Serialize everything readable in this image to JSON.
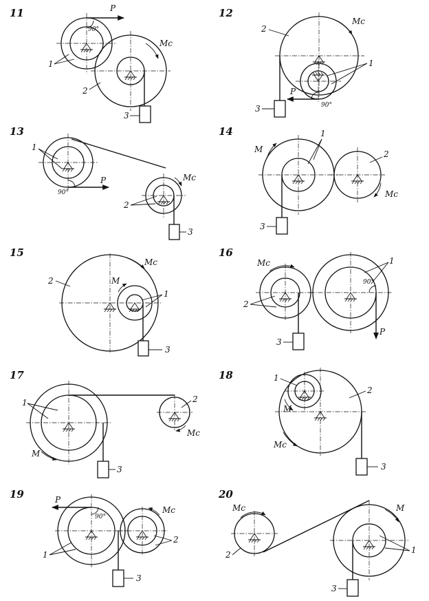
{
  "diagrams": [
    {
      "number": "11",
      "labels": {
        "P": "P",
        "Mc": "Mc",
        "one": "1",
        "two": "2",
        "three": "3",
        "angle": "90°"
      }
    },
    {
      "number": "12",
      "labels": {
        "P": "P",
        "Mc": "Mc",
        "one": "1",
        "two": "2",
        "three": "3",
        "angle": "90°"
      }
    },
    {
      "number": "13",
      "labels": {
        "P": "P",
        "Mc": "Mc",
        "one": "1",
        "two": "2",
        "three": "3",
        "angle": "90°"
      }
    },
    {
      "number": "14",
      "labels": {
        "M": "M",
        "Mc": "Mc",
        "one": "1",
        "two": "2",
        "three": "3"
      }
    },
    {
      "number": "15",
      "labels": {
        "M": "M",
        "Mc": "Mc",
        "one": "1",
        "two": "2",
        "three": "3"
      }
    },
    {
      "number": "16",
      "labels": {
        "P": "P",
        "Mc": "Mc",
        "one": "1",
        "two": "2",
        "three": "3",
        "angle": "90°"
      }
    },
    {
      "number": "17",
      "labels": {
        "M": "M",
        "Mc": "Mc",
        "one": "1",
        "two": "2",
        "three": "3"
      }
    },
    {
      "number": "18",
      "labels": {
        "M": "M",
        "Mc": "Mc",
        "one": "1",
        "two": "2",
        "three": "3"
      }
    },
    {
      "number": "19",
      "labels": {
        "P": "P",
        "Mc": "Mc",
        "one": "1",
        "two": "2",
        "three": "3",
        "angle": "90°"
      }
    },
    {
      "number": "20",
      "labels": {
        "M": "M",
        "Mc": "Mc",
        "one": "1",
        "two": "2",
        "three": "3"
      }
    }
  ]
}
